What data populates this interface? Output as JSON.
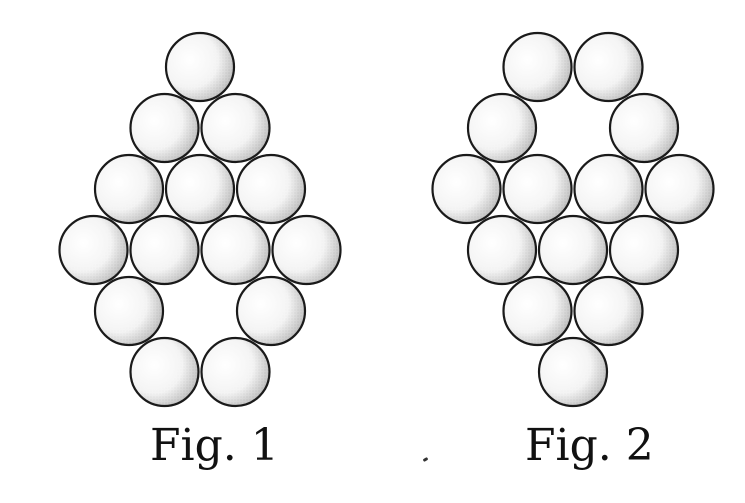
{
  "figures": [
    {
      "caption": "Fig. 1",
      "circles": [
        [
          0,
          0
        ],
        [
          -1,
          1
        ],
        [
          1,
          1
        ],
        [
          -2,
          2
        ],
        [
          0,
          2
        ],
        [
          2,
          2
        ],
        [
          -3,
          3
        ],
        [
          -1,
          3
        ],
        [
          1,
          3
        ],
        [
          3,
          3
        ],
        [
          -2,
          4
        ],
        [
          2,
          4
        ],
        [
          -1,
          5
        ],
        [
          1,
          5
        ]
      ]
    },
    {
      "caption": "Fig. 2",
      "circles": [
        [
          -1,
          0
        ],
        [
          1,
          0
        ],
        [
          -2,
          1
        ],
        [
          2,
          1
        ],
        [
          -3,
          2
        ],
        [
          -1,
          2
        ],
        [
          1,
          2
        ],
        [
          3,
          2
        ],
        [
          -2,
          3
        ],
        [
          0,
          3
        ],
        [
          2,
          3
        ],
        [
          -1,
          4
        ],
        [
          1,
          4
        ],
        [
          0,
          5
        ]
      ]
    }
  ],
  "colors": {
    "outline": "#1a1a1a",
    "fill": "#ffffff",
    "shade": "#8a8a8a",
    "caption": "#111111"
  }
}
